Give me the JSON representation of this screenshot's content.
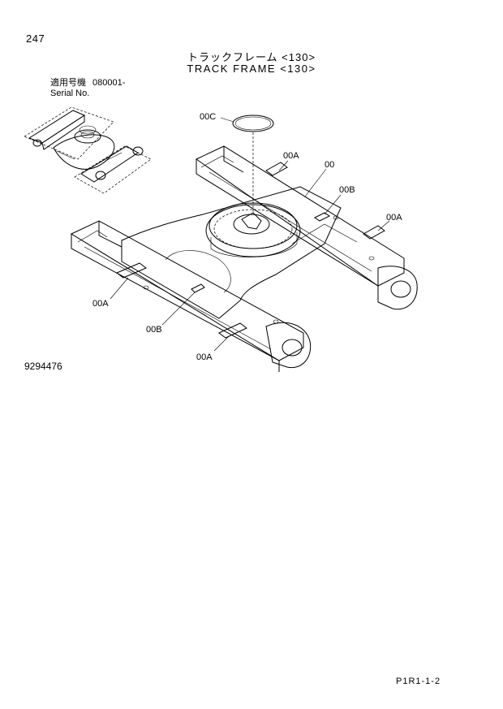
{
  "page_number": "247",
  "title_jp": "トラックフレーム <130>",
  "title_en": "TRACK FRAME <130>",
  "serial": {
    "label_jp": "適用号機",
    "value": "080001-",
    "label_en": "Serial No."
  },
  "callouts": {
    "c00C": "00C",
    "c00A_top": "00A",
    "c00": "00",
    "c00B_right": "00B",
    "c00A_right": "00A",
    "c00A_left": "00A",
    "c00B_left": "00B",
    "c00A_bottom": "00A"
  },
  "drawing_number": "9294476",
  "footer_code": "P1R1-1-2"
}
